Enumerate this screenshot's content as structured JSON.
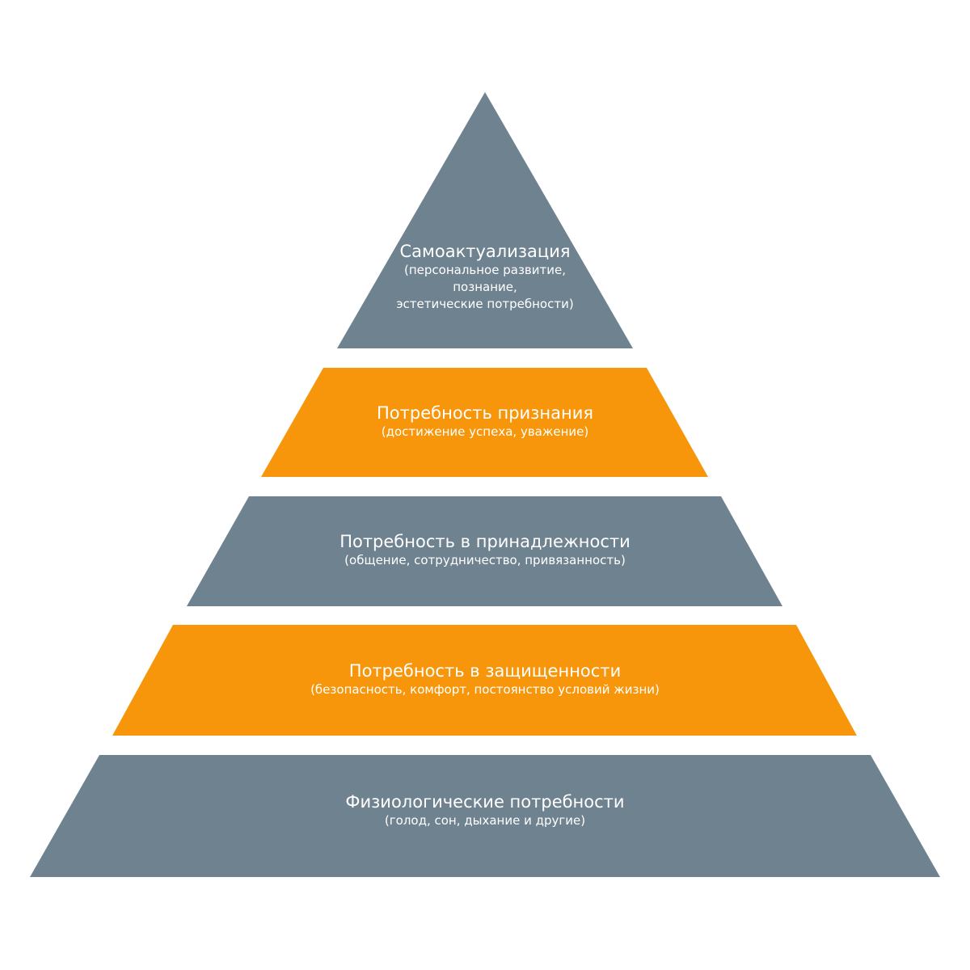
{
  "colors": {
    "slate": "#6e8290",
    "orange": "#f7960a",
    "text": "#ffffff",
    "background": "#ffffff"
  },
  "levels": [
    {
      "title": "Самоактуализация",
      "lines": [
        "(персональное развитие,",
        "познание,",
        "эстетические потребности)"
      ],
      "color": "#6e8290"
    },
    {
      "title": "Потребность признания",
      "lines": [
        "(достижение успеха, уважение)"
      ],
      "color": "#f7960a"
    },
    {
      "title": "Потребность в принадлежности",
      "lines": [
        "(общение, сотрудничество, привязанность)"
      ],
      "color": "#6e8290"
    },
    {
      "title": "Потребность в защищенности",
      "lines": [
        "(безопасность, комфорт, постоянство условий жизни)"
      ],
      "color": "#f7960a"
    },
    {
      "title": "Физиологические потребности",
      "lines": [
        "(голод, сон, дыхание и другие)"
      ],
      "color": "#6e8290"
    }
  ]
}
